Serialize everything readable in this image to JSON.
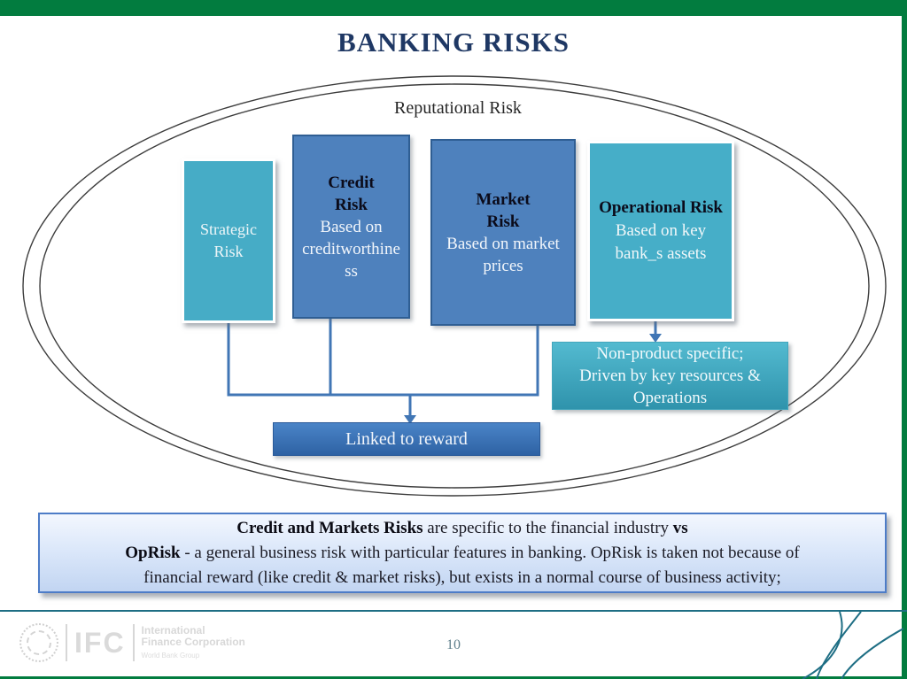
{
  "slide": {
    "title": "BANKING RISKS",
    "page_number": "10"
  },
  "diagram": {
    "ellipse_label": "Reputational Risk",
    "boxes": {
      "strategic": {
        "line1": "Strategic",
        "line2": "Risk"
      },
      "credit": {
        "title1": "Credit",
        "title2": "Risk",
        "body1": "Based on",
        "body2": "creditworthine",
        "body3": "ss"
      },
      "market": {
        "title1": "Market",
        "title2": "Risk",
        "body1": "Based on market",
        "body2": "prices"
      },
      "operational": {
        "title": "Operational Risk",
        "body1": "Based on key",
        "body2": "bank_s assets"
      },
      "nonproduct": {
        "line1": "Non-product specific;",
        "line2": "Driven by key resources &",
        "line3": "Operations"
      },
      "linked": {
        "label": "Linked to reward"
      }
    }
  },
  "info_box": {
    "line1_bold1": "Credit and Markets Risks",
    "line1_text1": " are specific to the financial industry ",
    "line1_bold2": "vs",
    "line2_bold1": "OpRisk",
    "line2_text1": " - a general business risk with particular features in banking. OpRisk is taken not because of",
    "line3_text1": "financial reward (like credit & market risks), but exists in a normal course of  business  activity;"
  },
  "footer": {
    "logo_abbr": "IFC",
    "logo_line1": "International",
    "logo_line2": "Finance Corporation",
    "logo_line3": "World Bank Group"
  },
  "colors": {
    "brand_green": "#027c3f",
    "title_navy": "#1f3864",
    "box_blue": "#4e81bd",
    "box_blue_border": "#2f5e93",
    "box_teal": "#46acc6",
    "connector_blue": "#4176b5",
    "footer_teal": "#1e6e84",
    "info_box_border": "#4d7cc7"
  }
}
